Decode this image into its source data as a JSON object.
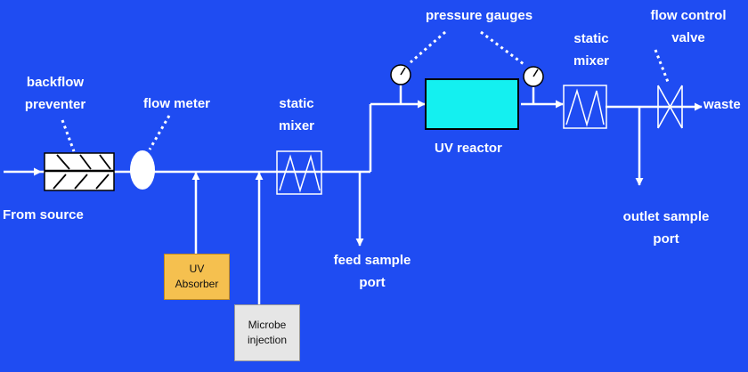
{
  "labels": {
    "from_source": "From source",
    "backflow_line1": "backflow",
    "backflow_line2": "preventer",
    "flow_meter": "flow meter",
    "static_mixer_1_line1": "static",
    "static_mixer_1_line2": "mixer",
    "pressure_gauges": "pressure gauges",
    "uv_reactor": "UV reactor",
    "static_mixer_2_line1": "static",
    "static_mixer_2_line2": "mixer",
    "flow_control_line1": "flow control",
    "flow_control_line2": "valve",
    "waste": "waste",
    "feed_sample_line1": "feed sample",
    "feed_sample_line2": "port",
    "outlet_sample_line1": "outlet sample",
    "outlet_sample_line2": "port"
  },
  "boxes": {
    "uv_absorber_line1": "UV",
    "uv_absorber_line2": "Absorber",
    "microbe_line1": "Microbe",
    "microbe_line2": "injection"
  },
  "colors": {
    "background": "#1f4cf2",
    "line": "#ffffff",
    "uv_reactor_fill": "#14f0f0",
    "uv_absorber_fill": "#f5c04f",
    "microbe_fill": "#e6e6e6"
  }
}
